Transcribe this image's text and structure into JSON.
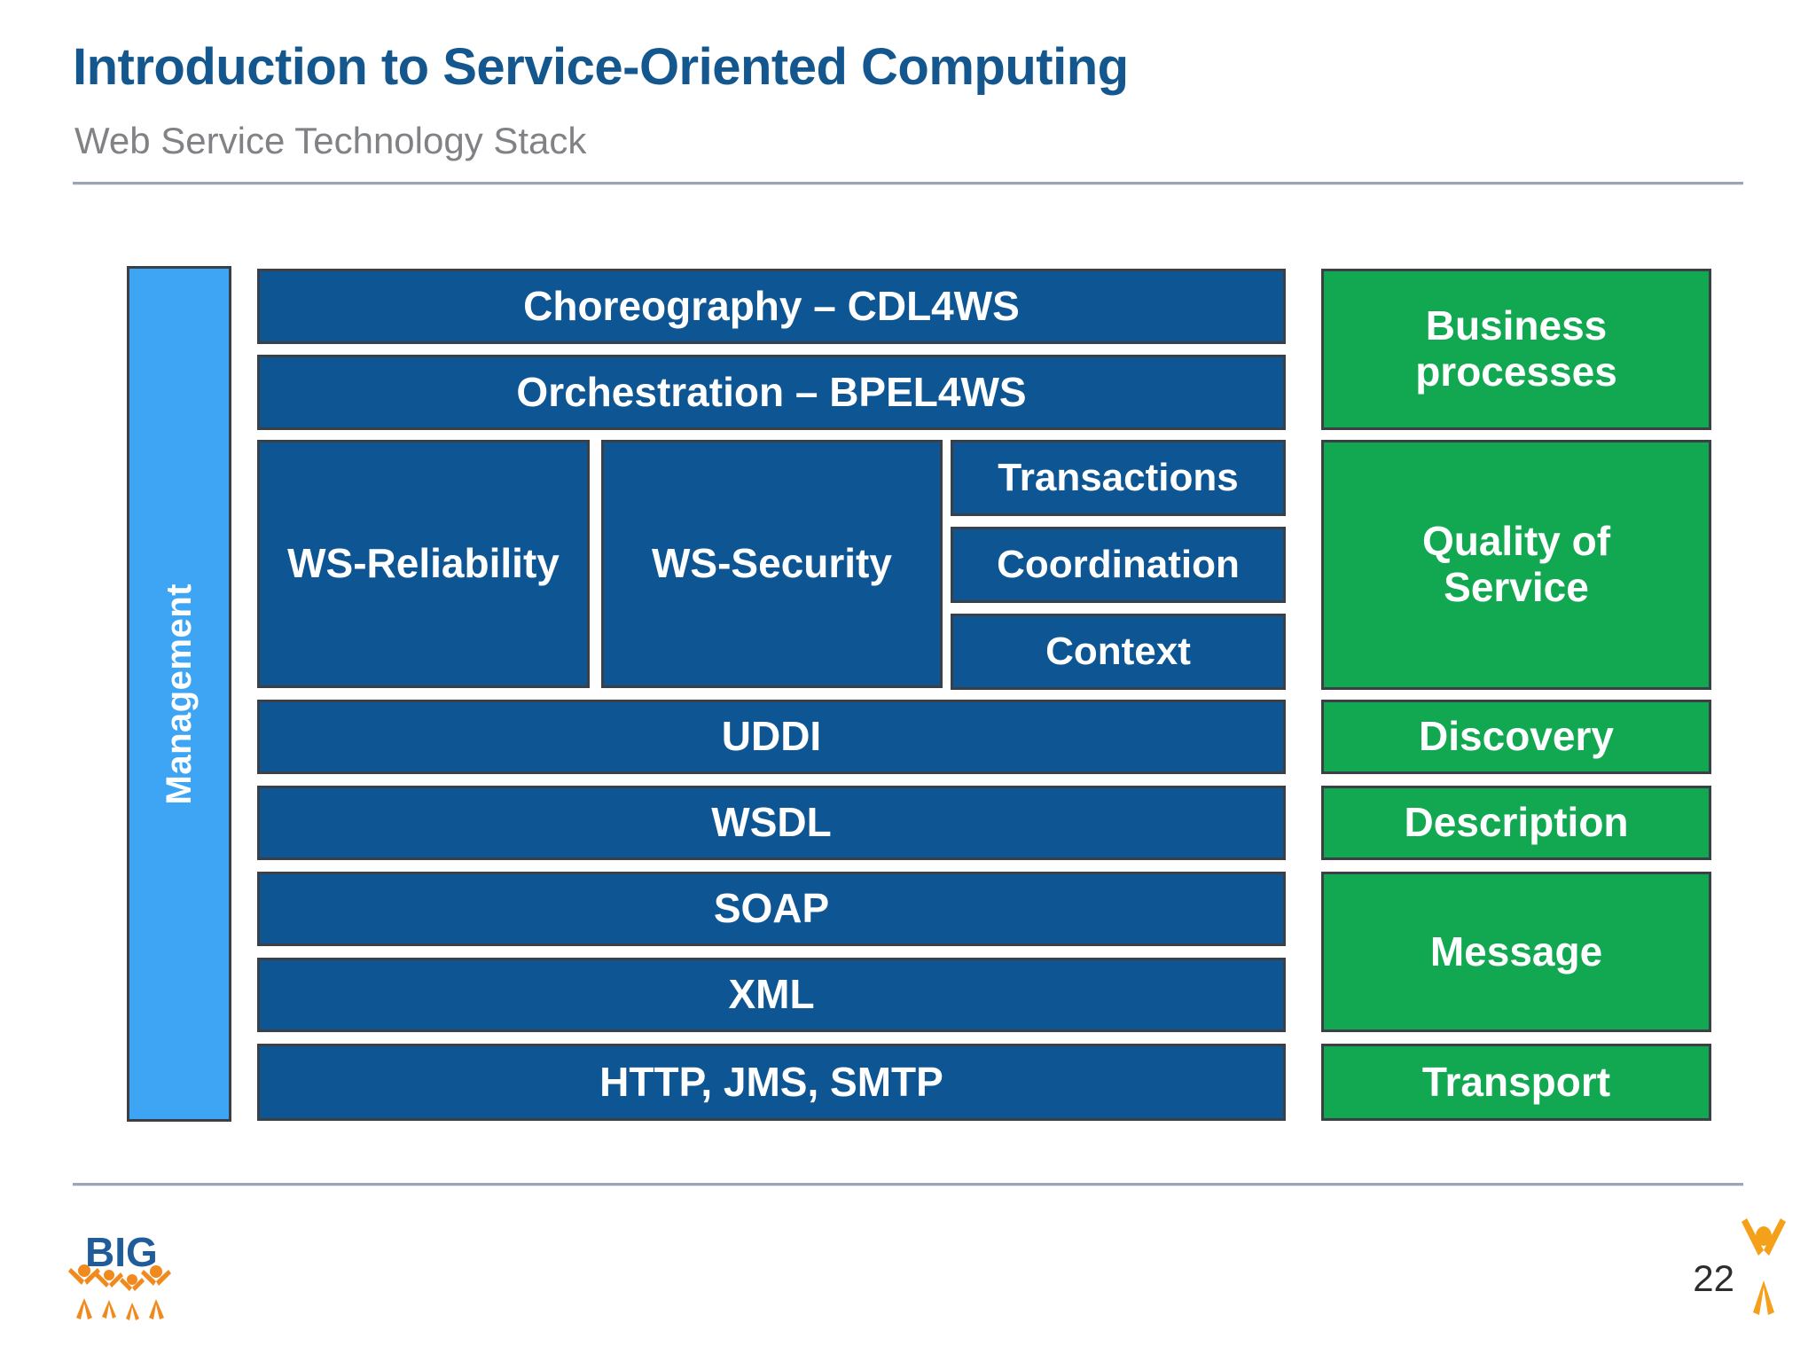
{
  "header": {
    "title": "Introduction to Service-Oriented Computing",
    "subtitle": "Web Service Technology Stack"
  },
  "diagram": {
    "management": {
      "label": "Management",
      "color": "#3DA5F4"
    },
    "stack_color": "#0E5693",
    "layer_color": "#12A851",
    "border_color": "#3B3F46",
    "stack": [
      {
        "label": "Choreography – CDL4WS"
      },
      {
        "label": "Orchestration – BPEL4WS"
      },
      {
        "label": "WS-Reliability"
      },
      {
        "label": "WS-Security"
      },
      {
        "label": "Transactions"
      },
      {
        "label": "Coordination"
      },
      {
        "label": "Context"
      },
      {
        "label": "UDDI"
      },
      {
        "label": "WSDL"
      },
      {
        "label": "SOAP"
      },
      {
        "label": "XML"
      },
      {
        "label": "HTTP, JMS, SMTP"
      }
    ],
    "layers": [
      {
        "label": "Business processes"
      },
      {
        "label": "Quality of Service"
      },
      {
        "label": "Discovery"
      },
      {
        "label": "Description"
      },
      {
        "label": "Message"
      },
      {
        "label": "Transport"
      }
    ]
  },
  "footer": {
    "logo_text": "BIG",
    "page_number": "22"
  }
}
